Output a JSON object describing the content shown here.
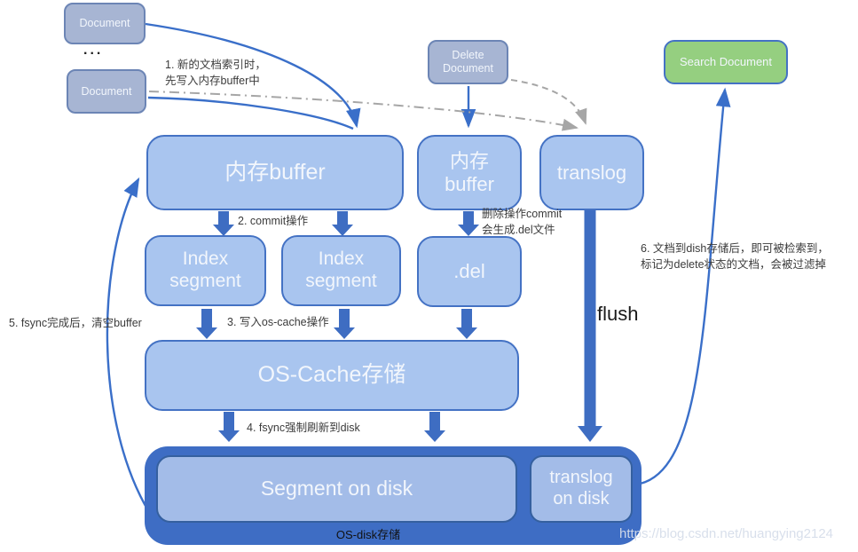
{
  "nodes": {
    "document_top": "Document",
    "document_bottom": "Document",
    "ellipsis": "...",
    "delete_document": "Delete\nDocument",
    "search_document": "Search Document",
    "mem_buffer_main": "内存buffer",
    "mem_buffer_delete": "内存\nbuffer",
    "translog": "translog",
    "index_segment_1": "Index\nsegment",
    "index_segment_2": "Index\nsegment",
    "del_file": ".del",
    "os_cache": "OS-Cache存储",
    "segment_on_disk": "Segment on disk",
    "translog_on_disk": "translog\non disk",
    "os_disk_label": "OS-disk存储"
  },
  "annotations": {
    "step1": "1. 新的文档索引时，\n先写入内存buffer中",
    "step2": "2. commit操作",
    "step3": "3. 写入os-cache操作",
    "step4": "4. fsync强制刷新到disk",
    "step5": "5. fsync完成后，清空buffer",
    "step6": "6. 文档到dish存储后，即可被检索到，\n标记为delete状态的文档，会被过滤掉",
    "delete_note": "删除操作commit\n会生成.del文件",
    "flush": "flush"
  },
  "watermark": "https://blog.csdn.net/huangying2124",
  "colors": {
    "box_light_blue": "#a9c5ef",
    "box_gray_blue": "#a7b5d3",
    "container_dark_blue": "#3e6dc4",
    "inner_box_blue": "#a3bce8",
    "search_green": "#95cf80",
    "border_blue": "#4472c4",
    "arrow_blue": "#3e6dc2",
    "thin_arrow_blue": "#3a6fc9",
    "gray_arrow": "#a6a6a6"
  }
}
